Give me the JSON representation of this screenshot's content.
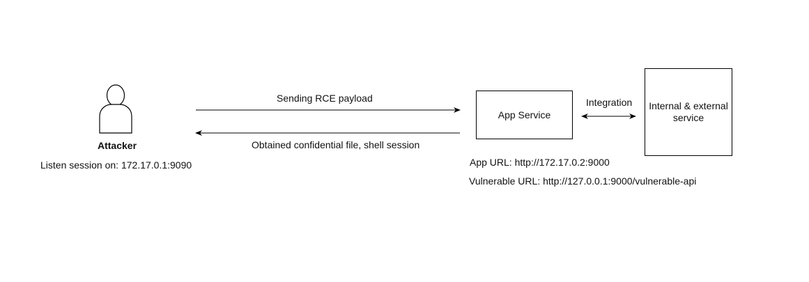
{
  "attacker": {
    "name": "Attacker",
    "listen": "Listen session on: 172.17.0.1:9090",
    "icon": "user-icon"
  },
  "edges": {
    "send": "Sending RCE payload",
    "receive": "Obtained confidential file, shell session",
    "integration": "Integration"
  },
  "app_service": {
    "label": "App Service",
    "app_url": "App URL: http://172.17.0.2:9000",
    "vulnerable_url": "Vulnerable URL: http://127.0.0.1:9000/vulnerable-api"
  },
  "external": {
    "label": "Internal & external service"
  },
  "colors": {
    "stroke": "#000000",
    "text": "#111111",
    "background": "#ffffff"
  }
}
